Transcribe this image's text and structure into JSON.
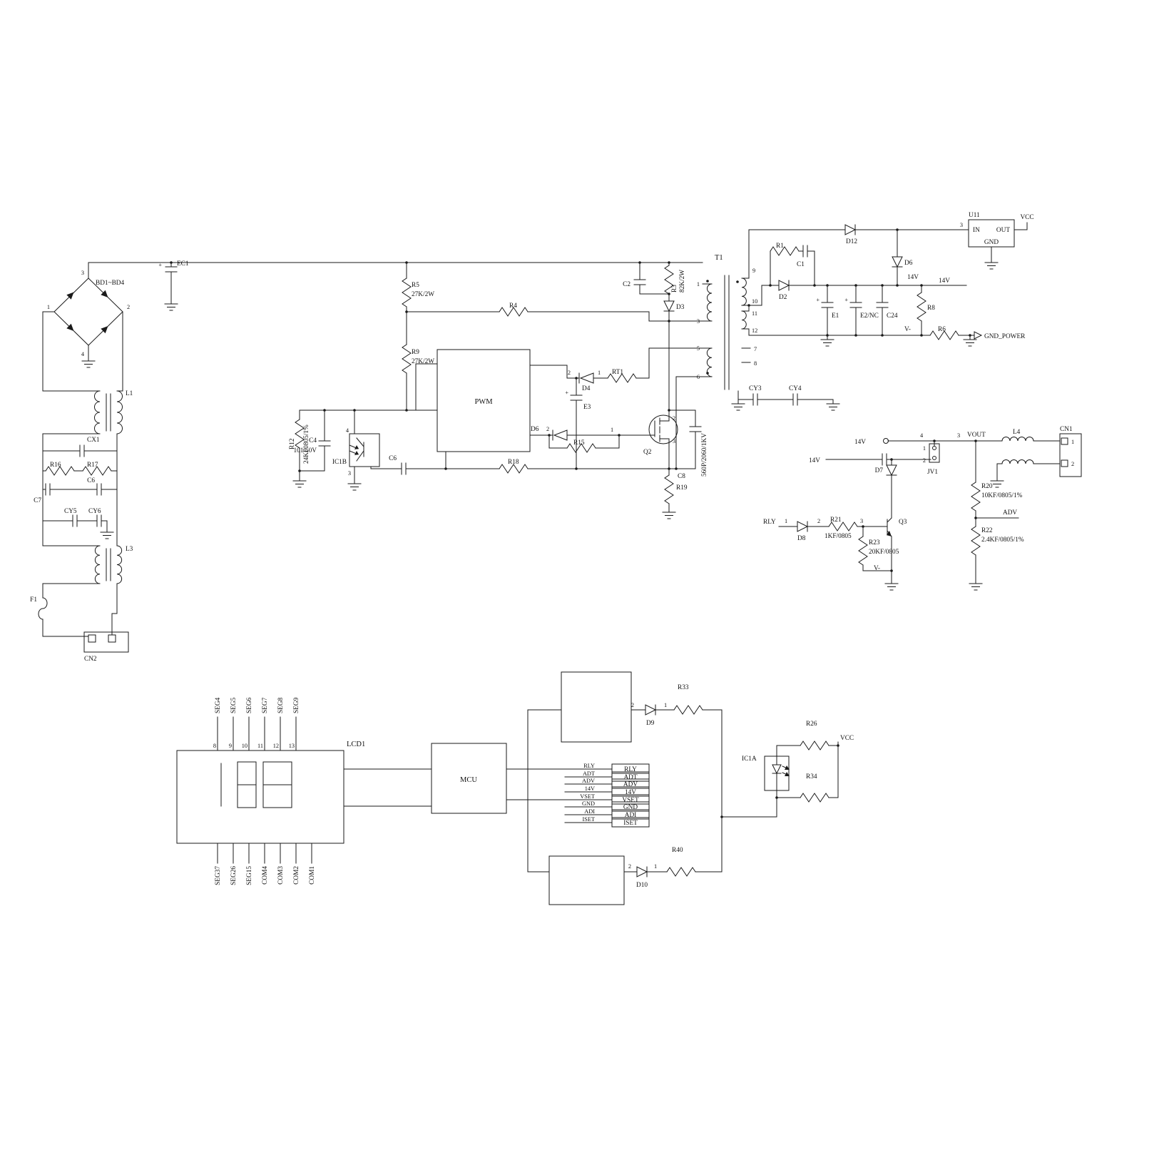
{
  "diagram": {
    "kind": "power-supply-schematic",
    "background": "#ffffff",
    "line_color": "#1a1a1a"
  },
  "labels": {
    "n1": "1",
    "n2": "2",
    "n3": "3",
    "n4": "4",
    "n5": "5",
    "n6": "6",
    "n7": "7",
    "n8": "8",
    "n9": "9",
    "n10": "10",
    "n11": "11",
    "n12": "12",
    "n13": "13",
    "plus": "+",
    "bd": "BD1~BD4",
    "ec1": "EC1",
    "l1": "L1",
    "cx1": "CX1",
    "r16": "R16",
    "r17": "R17",
    "c7": "C7",
    "c6a": "C6",
    "cy5": "CY5",
    "cy6": "CY6",
    "l3": "L3",
    "f1": "F1",
    "cn2": "CN2",
    "r5": "R5",
    "r5v": "27K/2W",
    "r9": "R9",
    "r9v": "27K/2W",
    "r4": "R4",
    "pwm": "PWM",
    "r12": "R12",
    "r12v": "24KF0805/1%",
    "c4": "C4",
    "c4v": "101/50V",
    "ic1b": "IC1B",
    "c6b": "C6",
    "r18": "R18",
    "d6a": "D6",
    "r15": "R15",
    "q2": "Q2",
    "c8": "C8",
    "c8v": "560P/2060/1KV",
    "r19": "R19",
    "d4": "D4",
    "rt1": "RT1",
    "e3": "E3",
    "d3": "D3",
    "c2": "C2",
    "r3": "R3",
    "r3v": "82K/2W",
    "t1": "T1",
    "d12": "D12",
    "r1": "R1",
    "c1": "C1",
    "d2": "D2",
    "e1": "E1",
    "e2": "E2/NC",
    "c24": "C24",
    "d6b": "D6",
    "v14": "14V",
    "r8": "R8",
    "vminus": "V-",
    "r6": "R6",
    "gnd_power": "GND_POWER",
    "u11": "U11",
    "in": "IN",
    "out": "OUT",
    "gnd": "GND",
    "vcc": "VCC",
    "cy3": "CY3",
    "cy4": "CY4",
    "jv1": "JV1",
    "vout": "VOUT",
    "l4": "L4",
    "cn1": "CN1",
    "r20": "R20",
    "r20v": "10KF/0805/1%",
    "adv": "ADV",
    "r22": "R22",
    "r22v": "2.4KF/0805/1%",
    "d7": "D7",
    "q3": "Q3",
    "rly": "RLY",
    "d8": "D8",
    "r21": "R21",
    "r21v": "1KF/0805",
    "r23": "R23",
    "r23v": "20KF/0805",
    "lcd1": "LCD1",
    "seg4": "SEG4",
    "seg5": "SEG5",
    "seg6": "SEG6",
    "seg7": "SEG7",
    "seg8": "SEG8",
    "seg9": "SEG9",
    "seg37": "SEG37",
    "seg26": "SEG26",
    "seg15": "SEG15",
    "com4": "COM4",
    "com3": "COM3",
    "com2": "COM2",
    "com1": "COM1",
    "mcu": "MCU",
    "adt": "ADT",
    "adi": "ADI",
    "iset": "ISET",
    "vset": "VSET",
    "d9": "D9",
    "r33": "R33",
    "d10": "D10",
    "r40": "R40",
    "ic1a": "IC1A",
    "r26": "R26",
    "r34": "R34"
  }
}
